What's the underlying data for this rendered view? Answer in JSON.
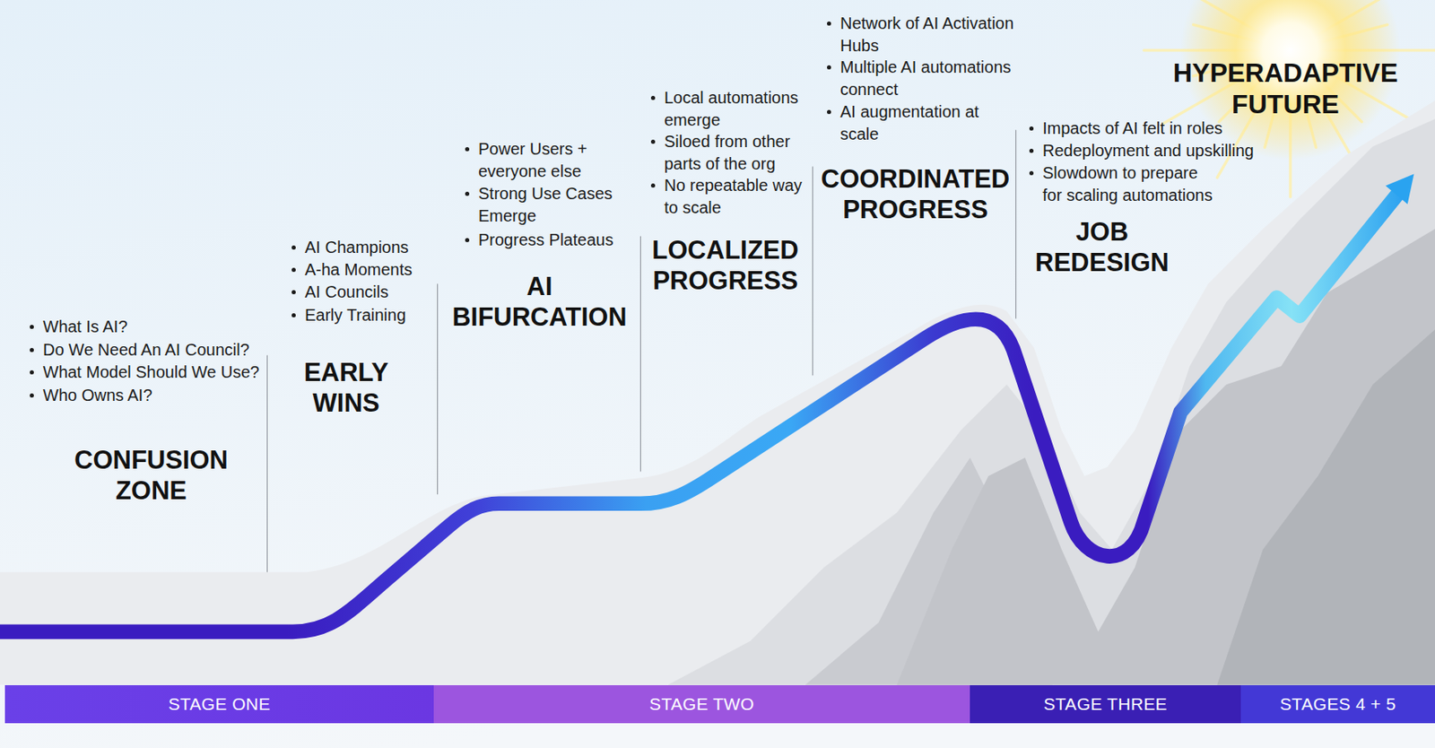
{
  "diagram": {
    "nodes": [
      {
        "text": [
          "STAGE ONE"
        ]
      },
      {
        "text": [
          "STAGE TWO"
        ]
      },
      {
        "text": [
          "STAGE THREE"
        ]
      },
      {
        "text": [
          "STAGES 4 + 5"
        ]
      }
    ],
    "labels": [
      "What Is AI?",
      "Do We Need An AI Council?",
      "What Model Should We Use?",
      "Who Owns AI?",
      "CONFUSION ZONE",
      "AI Champions",
      "A-ha Moments",
      "AI Councils",
      "Early Training",
      "EARLY WINS",
      "Power Users + everyone else",
      "Strong Use Cases Emerge",
      "Progress Plateaus",
      "AI BIFURCATION",
      "Local automations emerge",
      "Siloed from other parts of the org",
      "No repeatable way to scale",
      "LOCALIZED PROGRESS",
      "Network of AI Activation Hubs",
      "Multiple AI automations connect",
      "AI augmentation at scale",
      "COORDINATED PROGRESS",
      "Impacts of AI felt in roles",
      "Redeployment and upskilling",
      "Slowdown to prepare for scaling automations",
      "JOB REDESIGN",
      "HYPERADAPTIVE FUTURE"
    ]
  }
}
